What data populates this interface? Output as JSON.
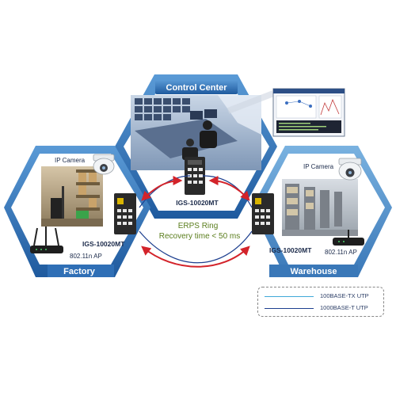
{
  "zones": {
    "control_center": "Control Center",
    "factory": "Factory",
    "warehouse": "Warehouse"
  },
  "devices": {
    "center_switch": "IGS-10020MT",
    "factory_switch": "IGS-10020MT",
    "warehouse_switch": "IGS-10020MT",
    "factory_camera": "IP Camera",
    "warehouse_camera": "IP Camera",
    "factory_ap": "802.11n AP",
    "warehouse_ap": "802.11n AP"
  },
  "ring": {
    "title": "ERPS Ring",
    "recovery": "Recovery time < 50 ms"
  },
  "legend": {
    "tx": "100BASE-TX UTP",
    "t": "1000BASE-T UTP"
  },
  "colors": {
    "hex_fill": "#2f6fb6",
    "label_bar": "#3b6ea5",
    "ring_red": "#d3232a",
    "ring_blue": "#1d3f8f",
    "tx_line": "#3fa9d8",
    "t_line": "#1d3f8f",
    "ring_text": "#5a7d1c"
  }
}
